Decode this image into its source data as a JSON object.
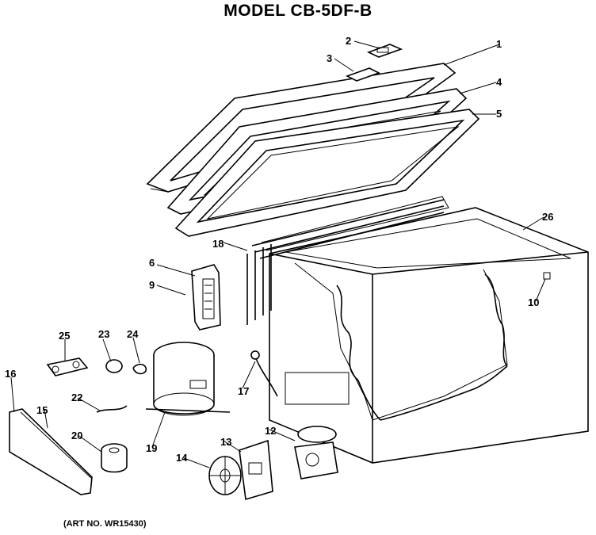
{
  "header": {
    "title": "MODEL CB-5DF-B"
  },
  "footer": {
    "art_number": "(ART NO. WR15430)"
  },
  "parts": {
    "p1": "1",
    "p2": "2",
    "p3": "3",
    "p4": "4",
    "p5": "5",
    "p6": "6",
    "p9": "9",
    "p10": "10",
    "p12": "12",
    "p13": "13",
    "p14": "14",
    "p15": "15",
    "p16": "16",
    "p17": "17",
    "p18": "18",
    "p19": "19",
    "p20": "20",
    "p22": "22",
    "p23": "23",
    "p24": "24",
    "p25": "25",
    "p26": "26"
  }
}
